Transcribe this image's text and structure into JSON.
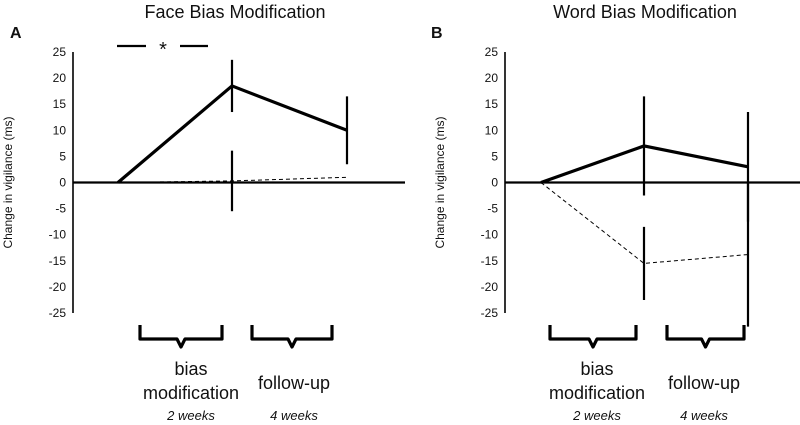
{
  "chart_data": [
    {
      "type": "line",
      "panel_letter": "A",
      "title": "Face Bias Modification",
      "ylabel": "Change in vigilance (ms)",
      "ylim": [
        -25,
        25
      ],
      "yticks": [
        25,
        20,
        15,
        10,
        5,
        0,
        -5,
        -10,
        -15,
        -20,
        -25
      ],
      "series": [
        {
          "values": [
            0,
            18.5,
            10
          ],
          "errors": [
            null,
            5,
            6.5
          ],
          "line_style": "solid"
        },
        {
          "values": [
            0,
            0.3,
            1
          ],
          "errors": [
            null,
            5.8,
            0
          ],
          "line_style": "dashed"
        }
      ],
      "phases": [
        {
          "label": "bias\nmodification",
          "duration": "2 weeks"
        },
        {
          "label": "follow-up",
          "duration": "4 weeks"
        }
      ],
      "significance": {
        "text": "*",
        "between": [
          0,
          1
        ]
      }
    },
    {
      "type": "line",
      "panel_letter": "B",
      "title": "Word Bias Modification",
      "ylabel": "Change in vigilance (ms)",
      "ylim": [
        -25,
        25
      ],
      "yticks": [
        25,
        20,
        15,
        10,
        5,
        0,
        -5,
        -10,
        -15,
        -20,
        -25
      ],
      "series": [
        {
          "values": [
            0,
            7,
            3
          ],
          "errors": [
            null,
            9.5,
            10.5
          ],
          "line_style": "solid"
        },
        {
          "values": [
            0,
            -15.5,
            -13.8
          ],
          "errors": [
            null,
            7,
            13.8
          ],
          "line_style": "dashed"
        }
      ],
      "phases": [
        {
          "label": "bias\nmodification",
          "duration": "2 weeks"
        },
        {
          "label": "follow-up",
          "duration": "4 weeks"
        }
      ]
    }
  ]
}
